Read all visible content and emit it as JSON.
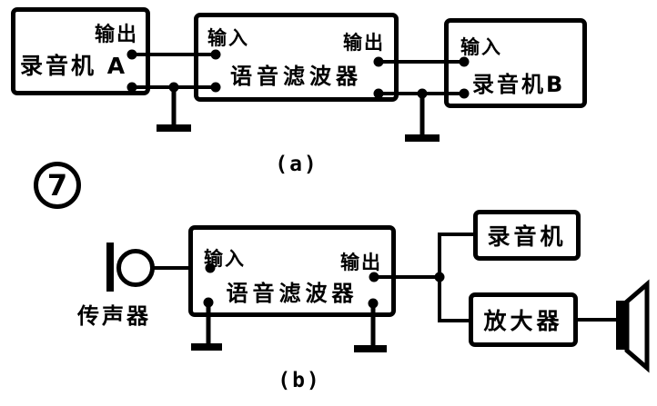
{
  "figure": {
    "number": "7",
    "colors": {
      "ink": "#000000",
      "paper": "#ffffff"
    },
    "diagram_a": {
      "caption": "(a)",
      "recorder_a": {
        "name": "录音机 A",
        "port_out": "输出"
      },
      "filter": {
        "name": "语音滤波器",
        "port_in": "输入",
        "port_out": "输出"
      },
      "recorder_b": {
        "name": "录音机B",
        "port_in": "输入"
      }
    },
    "diagram_b": {
      "caption": "(b)",
      "microphone_label": "传声器",
      "filter": {
        "name": "语音滤波器",
        "port_in": "输入",
        "port_out": "输出"
      },
      "recorder": "录音机",
      "amplifier": "放大器"
    }
  }
}
